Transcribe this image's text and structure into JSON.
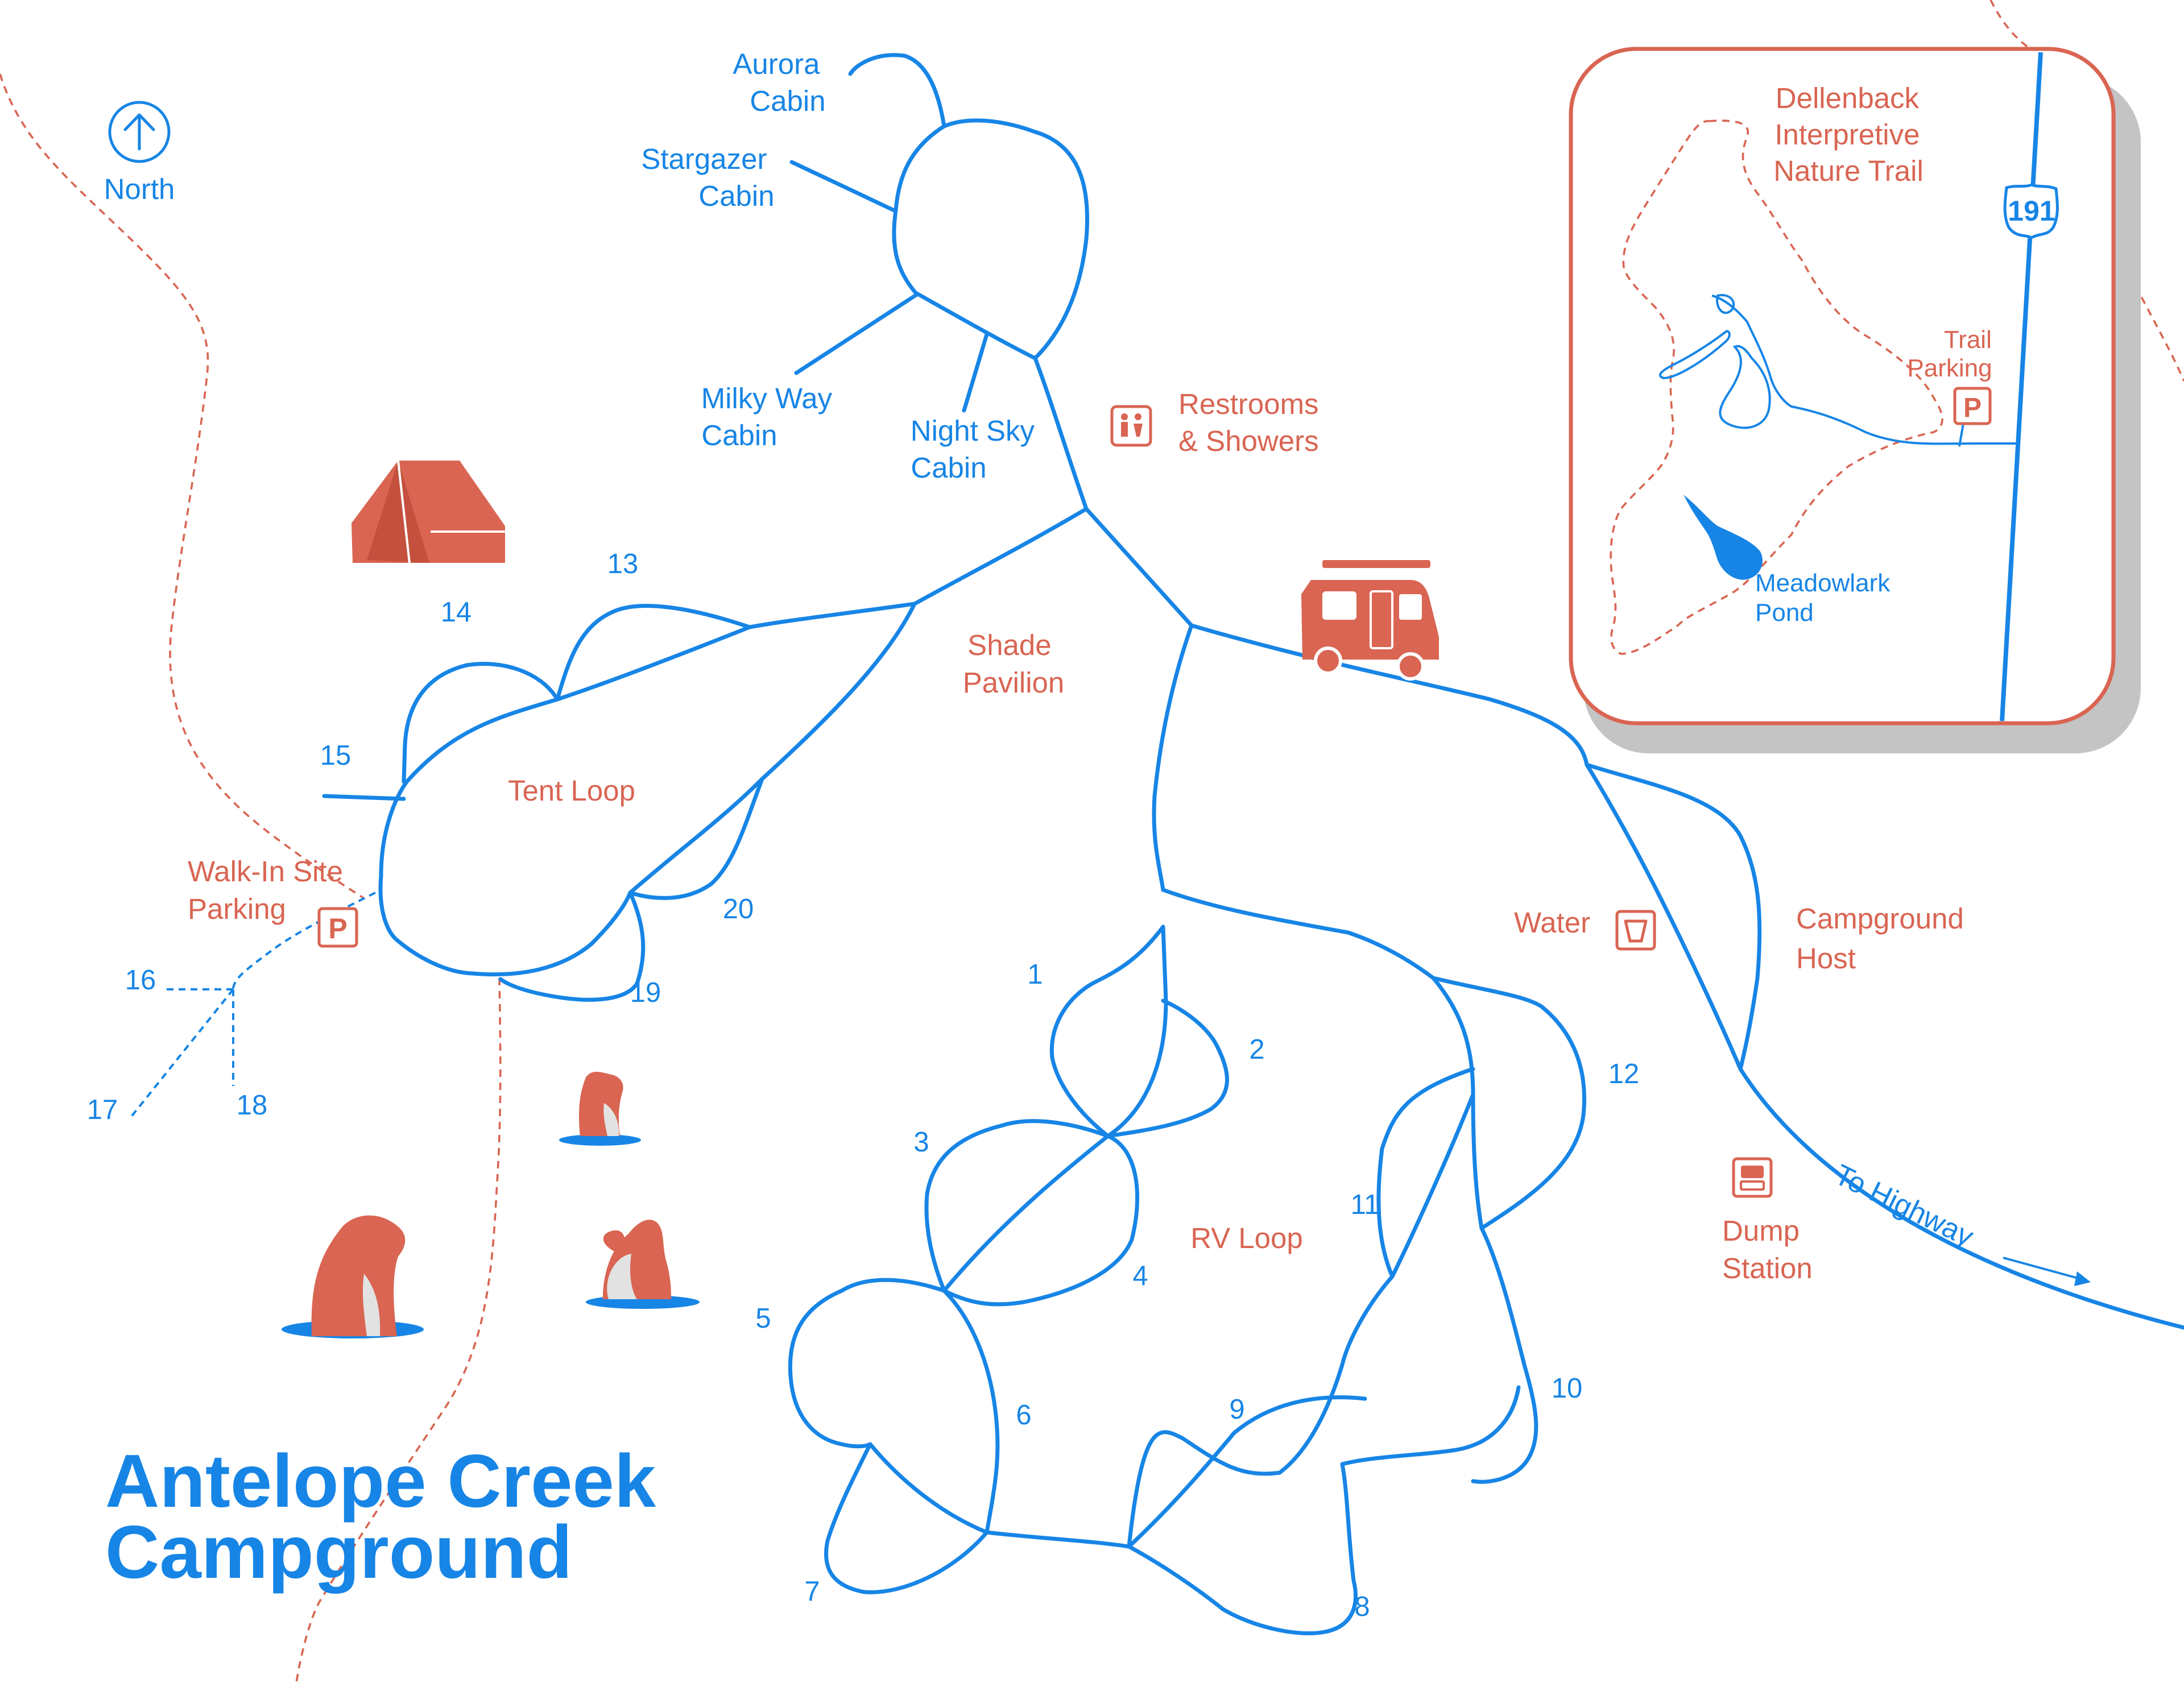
{
  "title": {
    "line1": "Antelope Creek",
    "line2": "Campground"
  },
  "compass": {
    "label": "North",
    "icon": "north-arrow-icon"
  },
  "cabins": {
    "aurora": [
      "Aurora",
      "Cabin"
    ],
    "stargazer": [
      "Stargazer",
      "Cabin"
    ],
    "milky_way": [
      "Milky Way",
      "Cabin"
    ],
    "night_sky": [
      "Night Sky",
      "Cabin"
    ]
  },
  "facilities": {
    "restrooms": [
      "Restrooms",
      "& Showers"
    ],
    "shade_pavilion": [
      "Shade",
      "Pavilion"
    ],
    "tent_loop": "Tent Loop",
    "walk_in_parking": [
      "Walk-In Site",
      "Parking"
    ],
    "water": "Water",
    "campground_host": [
      "Campground",
      "Host"
    ],
    "rv_loop": "RV Loop",
    "dump_station": [
      "Dump",
      "Station"
    ],
    "parking_symbol": "P"
  },
  "to_highway": "To Highway",
  "sites": [
    "1",
    "2",
    "3",
    "4",
    "5",
    "6",
    "7",
    "8",
    "9",
    "10",
    "11",
    "12",
    "13",
    "14",
    "15",
    "16",
    "17",
    "18",
    "19",
    "20"
  ],
  "inset": {
    "nature_trail": [
      "Dellenback",
      "Interpretive",
      "Nature Trail"
    ],
    "trail_parking": [
      "Trail",
      "Parking"
    ],
    "pond": [
      "Meadowlark",
      "Pond"
    ],
    "highway_number": "191",
    "parking_symbol": "P"
  },
  "icons": [
    "north-arrow-icon",
    "tent-icon",
    "rv-van-icon",
    "restroom-icon",
    "water-cup-icon",
    "dump-station-icon",
    "parking-icon",
    "highway-shield-icon",
    "prairie-dog-icon"
  ],
  "colors": {
    "road_blue": "#1785e6",
    "accent_red": "#d96552",
    "inset_shadow": "#c4c4c4"
  }
}
